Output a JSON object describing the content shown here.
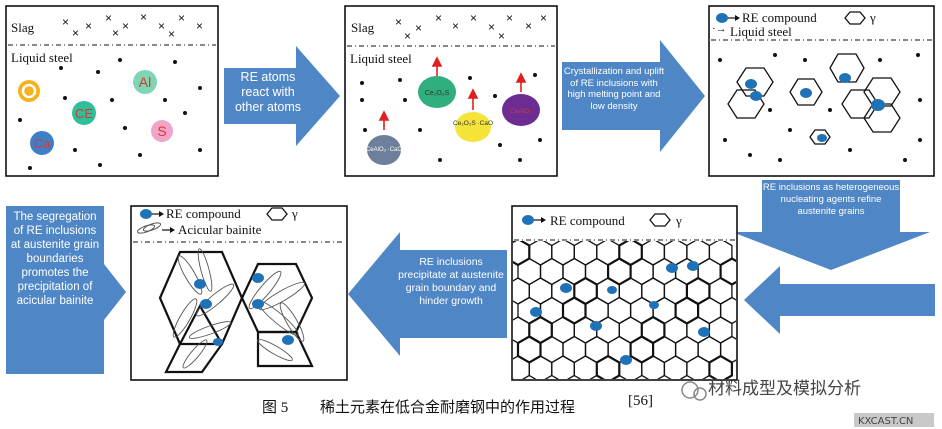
{
  "panels": {
    "p1": {
      "slag": "Slag",
      "liquid_steel": "Liquid steel",
      "atoms": [
        {
          "label": "O",
          "color": "#f7b21b",
          "text_color": "#ffffff"
        },
        {
          "label": "Al",
          "color": "#7fd6b4",
          "text_color": "#d63a2e"
        },
        {
          "label": "CE",
          "color": "#2fbf9a",
          "text_color": "#d63a2e"
        },
        {
          "label": "S",
          "color": "#f2a4c8",
          "text_color": "#d63a2e"
        },
        {
          "label": "Ca",
          "color": "#3f7fc7",
          "text_color": "#d63a2e"
        }
      ]
    },
    "p2": {
      "slag": "Slag",
      "liquid_steel": "Liquid steel",
      "compounds": [
        {
          "label": "Ce₂O₂S",
          "color": "#2fae7e"
        },
        {
          "label": "Ce₂O₂S\n·CaO",
          "color": "#f4e43a"
        },
        {
          "label": "CeAlO₃",
          "color": "#6c2c91"
        },
        {
          "label": "CeAlO₃\n·CaO",
          "color": "#6d7f9a"
        }
      ]
    },
    "p3": {
      "legend_re": "RE compound",
      "legend_gamma": "γ",
      "liquid_steel": "Liquid steel"
    },
    "p4": {
      "legend_re": "RE compound",
      "legend_gamma": "γ"
    },
    "p5": {
      "legend_re": "RE compound",
      "legend_gamma": "γ",
      "legend_bainite": "Acicular bainite"
    }
  },
  "arrows": {
    "a1": "RE atoms react with other atoms",
    "a2": "Crystallization and uplift of RE inclusions with high melting point and low density",
    "a3": "RE inclusions as heterogeneous nucleating agents refine austenite grains",
    "a4": "RE inclusions precipitate at austenite grain boundary and hinder growth",
    "a5": "The segregation of RE inclusions at austenite grain boundaries promotes the precipitation of acicular bainite"
  },
  "caption": {
    "fig": "图 5",
    "text": "稀土元素在低合金耐磨钢中的作用过程",
    "ref": "[56]"
  },
  "watermark": {
    "name": "材料成型及模拟分析",
    "site": "KXCAST.CN"
  },
  "colors": {
    "arrow_blue": "#4f86c6",
    "re_blue": "#1f72b8"
  }
}
